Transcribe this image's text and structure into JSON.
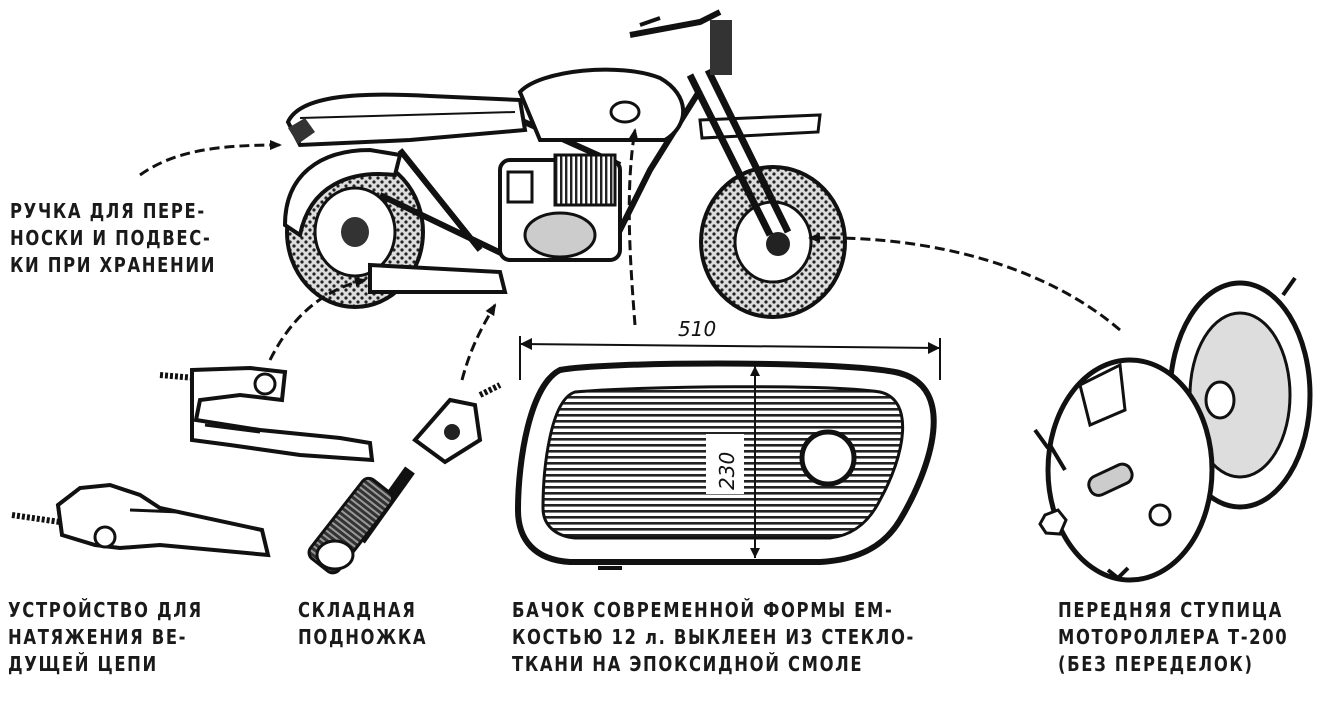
{
  "labels": {
    "handle": [
      "РУЧКА ДЛЯ ПЕРЕ-",
      "НОСКИ И ПОДВЕС-",
      "КИ ПРИ ХРАНЕНИИ"
    ],
    "tensioner": [
      "УСТРОЙСТВО ДЛЯ",
      "НАТЯЖЕНИЯ ВЕ-",
      "ДУЩЕЙ ЦЕПИ"
    ],
    "footrest": [
      "СКЛАДНАЯ",
      "ПОДНОЖКА"
    ],
    "tank": [
      "БАЧОК СОВРЕМЕННОЙ ФОРМЫ ЕМ-",
      "КОСТЬЮ 12 л. ВЫКЛЕЕН ИЗ СТЕКЛО-",
      "ТКАНИ НА ЭПОКСИДНОЙ СМОЛЕ"
    ],
    "hub": [
      "ПЕРЕДНЯЯ СТУПИЦА",
      "МОТОРОЛЛЕРА Т-200",
      "(БЕЗ ПЕРЕДЕЛОК)"
    ]
  },
  "dimensions": {
    "tank_length": "510",
    "tank_height": "230"
  },
  "colors": {
    "ink": "#1a1a1a",
    "paper": "#ffffff"
  }
}
